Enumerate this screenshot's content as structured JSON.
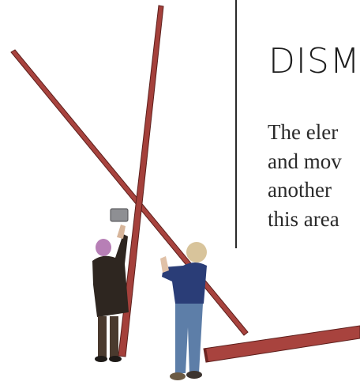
{
  "heading": "DISM",
  "body_lines": [
    "The eler",
    "and mov",
    "another",
    "this area"
  ],
  "colors": {
    "beam": "#a8413d",
    "beam_dark": "#6e2522",
    "text": "#2a2a2a",
    "divider": "#2b2b2b"
  }
}
